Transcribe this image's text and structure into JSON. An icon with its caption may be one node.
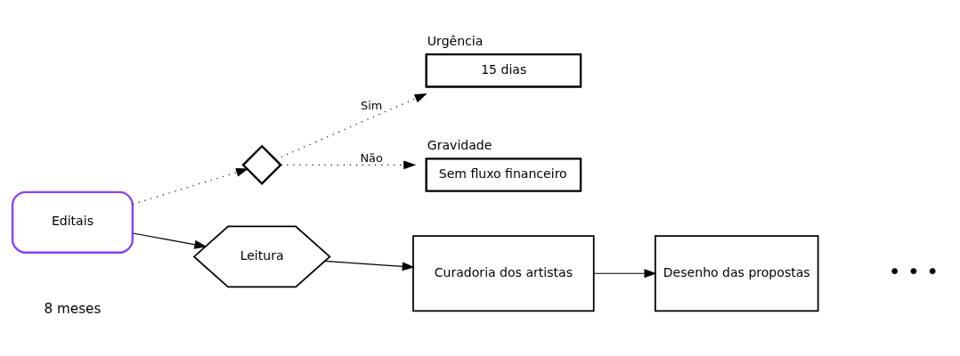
{
  "diagram": {
    "nodes": [
      {
        "text": [
          "Editais"
        ]
      },
      {
        "text": [],
        "shape": "diamond"
      },
      {
        "text": [
          "Urgência",
          "15 dias"
        ]
      },
      {
        "text": [
          "Gravidade",
          "Sem fluxo financeiro"
        ]
      },
      {
        "text": [
          "Leitura"
        ]
      },
      {
        "text": [
          "Curadoria dos artistas"
        ]
      },
      {
        "text": [
          "Desenho das propostas"
        ]
      }
    ],
    "edges": [
      {
        "from": 0,
        "to": 1,
        "arrow": "to",
        "style": "dashed"
      },
      {
        "from": 1,
        "to": 2,
        "arrow": "to",
        "style": "dashed",
        "label": "Sim"
      },
      {
        "from": 1,
        "to": 3,
        "arrow": "to",
        "style": "dashed",
        "label": "Não"
      },
      {
        "from": 0,
        "to": 4,
        "arrow": "to"
      },
      {
        "from": 4,
        "to": 5,
        "arrow": "to"
      },
      {
        "from": 5,
        "to": 6,
        "arrow": "to"
      }
    ],
    "labels": [
      "• • •",
      "8 meses"
    ]
  }
}
